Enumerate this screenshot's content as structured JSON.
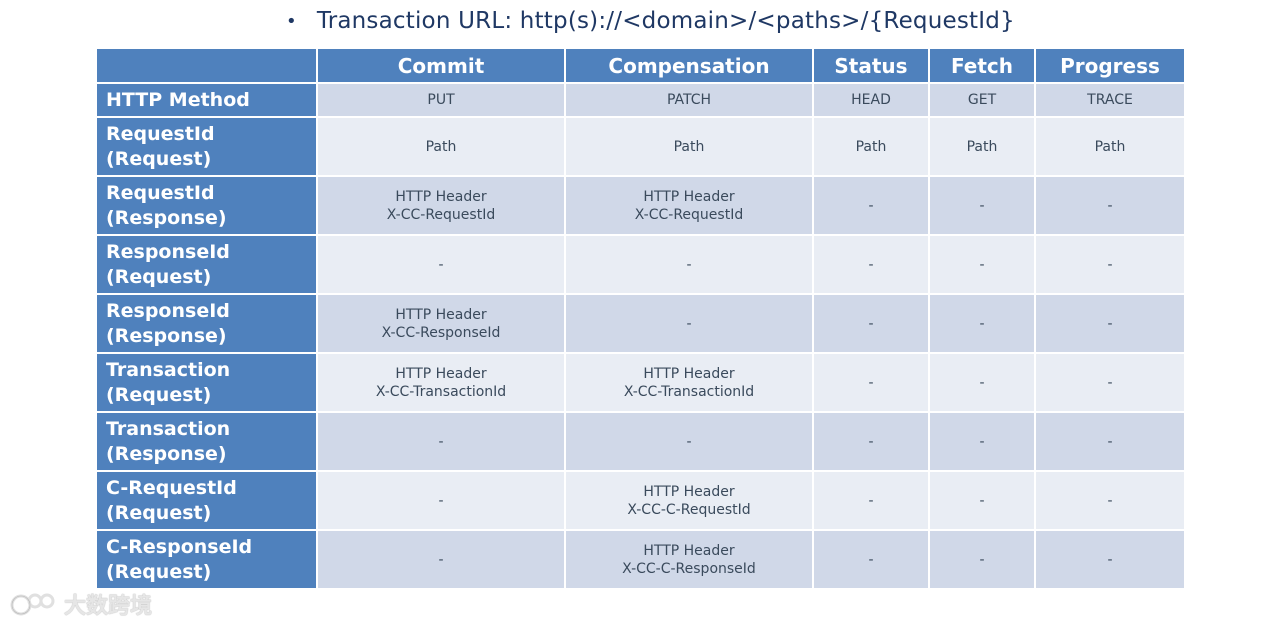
{
  "header": {
    "bullet": "•",
    "text": "Transaction URL: http(s)://<domain>/<paths>/{RequestId}"
  },
  "table": {
    "columns": [
      "",
      "Commit",
      "Compensation",
      "Status",
      "Fetch",
      "Progress"
    ],
    "rows": [
      {
        "label": [
          "HTTP Method"
        ],
        "cells": [
          [
            "PUT"
          ],
          [
            "PATCH"
          ],
          [
            "HEAD"
          ],
          [
            "GET"
          ],
          [
            "TRACE"
          ]
        ]
      },
      {
        "label": [
          "RequestId",
          "(Request)"
        ],
        "cells": [
          [
            "Path"
          ],
          [
            "Path"
          ],
          [
            "Path"
          ],
          [
            "Path"
          ],
          [
            "Path"
          ]
        ]
      },
      {
        "label": [
          "RequestId",
          "(Response)"
        ],
        "cells": [
          [
            "HTTP Header",
            "X-CC-RequestId"
          ],
          [
            "HTTP Header",
            "X-CC-RequestId"
          ],
          [
            "-"
          ],
          [
            "-"
          ],
          [
            "-"
          ]
        ]
      },
      {
        "label": [
          "ResponseId",
          "(Request)"
        ],
        "cells": [
          [
            "-"
          ],
          [
            "-"
          ],
          [
            "-"
          ],
          [
            "-"
          ],
          [
            "-"
          ]
        ]
      },
      {
        "label": [
          "ResponseId",
          "(Response)"
        ],
        "cells": [
          [
            "HTTP Header",
            "X-CC-ResponseId"
          ],
          [
            "-"
          ],
          [
            "-"
          ],
          [
            "-"
          ],
          [
            "-"
          ]
        ]
      },
      {
        "label": [
          "Transaction",
          "(Request)"
        ],
        "cells": [
          [
            "HTTP Header",
            "X-CC-TransactionId"
          ],
          [
            "HTTP Header",
            "X-CC-TransactionId"
          ],
          [
            "-"
          ],
          [
            "-"
          ],
          [
            "-"
          ]
        ]
      },
      {
        "label": [
          "Transaction",
          "(Response)"
        ],
        "cells": [
          [
            "-"
          ],
          [
            "-"
          ],
          [
            "-"
          ],
          [
            "-"
          ],
          [
            "-"
          ]
        ]
      },
      {
        "label": [
          "C-RequestId",
          "(Request)"
        ],
        "cells": [
          [
            "-"
          ],
          [
            "HTTP Header",
            "X-CC-C-RequestId"
          ],
          [
            "-"
          ],
          [
            "-"
          ],
          [
            "-"
          ]
        ]
      },
      {
        "label": [
          "C-ResponseId",
          "(Request)"
        ],
        "cells": [
          [
            "-"
          ],
          [
            "HTTP Header",
            "X-CC-C-ResponseId"
          ],
          [
            "-"
          ],
          [
            "-"
          ],
          [
            "-"
          ]
        ]
      }
    ]
  },
  "watermark": {
    "text": "大数跨境",
    "icon": "brand-logo-icon"
  },
  "colors": {
    "header_fill": "#4f81bd",
    "row_even": "#d0d8e8",
    "row_odd": "#e9edf4",
    "title_text": "#1f3864"
  }
}
